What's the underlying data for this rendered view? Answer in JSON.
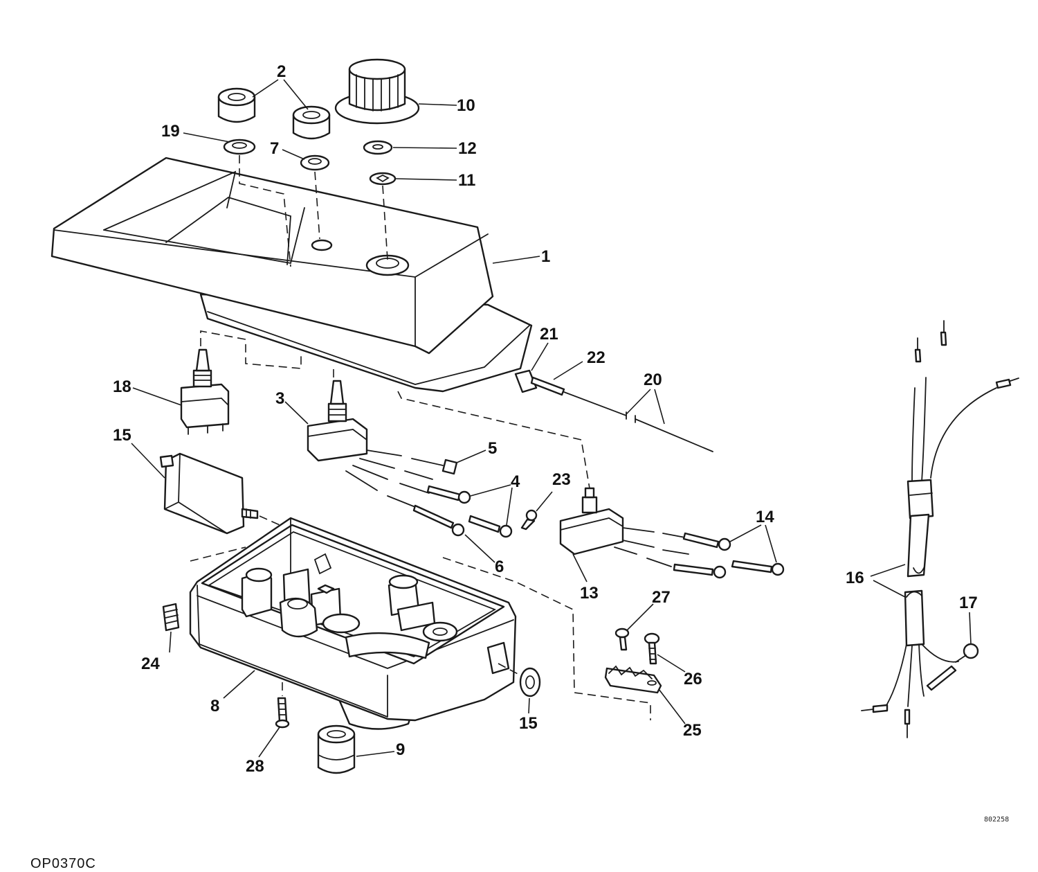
{
  "figure_id": "OP0370C",
  "drawing_code": "802258",
  "callouts": {
    "c1": "1",
    "c2": "2",
    "c3": "3",
    "c4": "4",
    "c5": "5",
    "c6": "6",
    "c7": "7",
    "c8": "8",
    "c9": "9",
    "c10": "10",
    "c11": "11",
    "c12": "12",
    "c13": "13",
    "c14": "14",
    "c15a": "15",
    "c15b": "15",
    "c16": "16",
    "c17": "17",
    "c18": "18",
    "c19": "19",
    "c20": "20",
    "c21": "21",
    "c22": "22",
    "c23": "23",
    "c24": "24",
    "c25": "25",
    "c26": "26",
    "c27": "27",
    "c28": "28"
  }
}
